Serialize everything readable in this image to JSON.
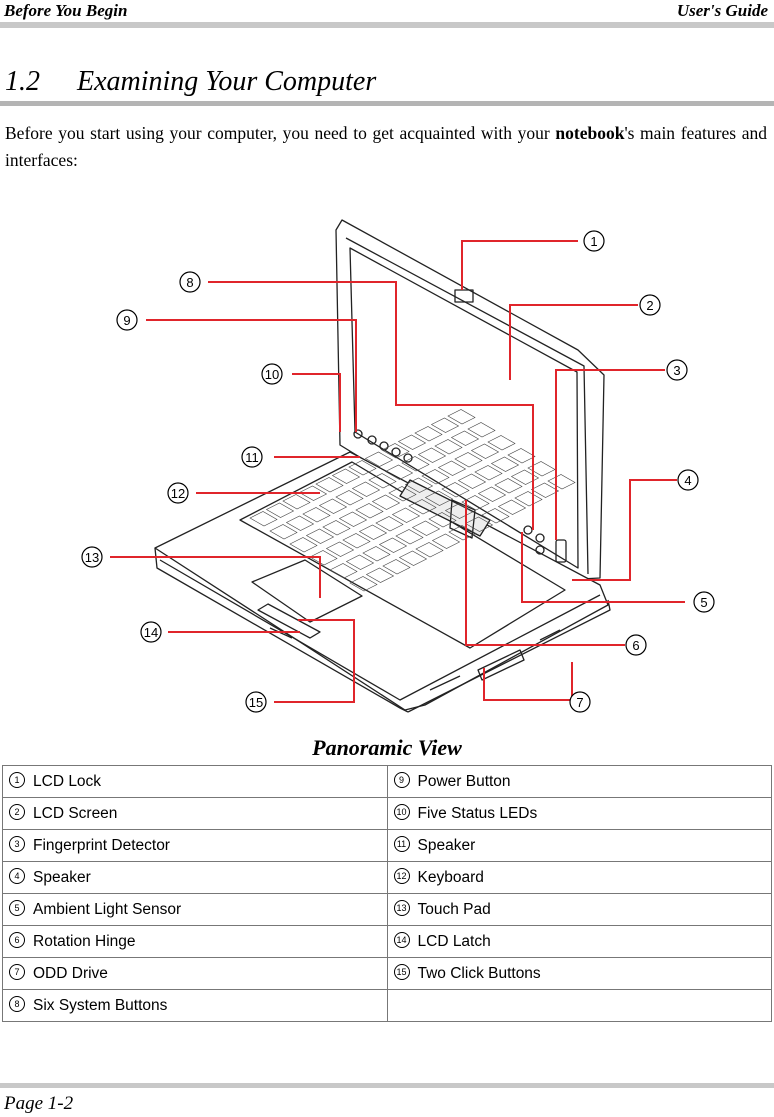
{
  "header": {
    "left": "Before You Begin",
    "right": "User's Guide"
  },
  "section": {
    "number": "1.2",
    "title": "Examining Your Computer"
  },
  "intro": {
    "before": "Before you start using your computer, you need to get acquainted with your ",
    "bold": "notebook",
    "after": "'s main features and interfaces:"
  },
  "figure": {
    "callouts": [
      "1",
      "2",
      "3",
      "4",
      "5",
      "6",
      "7",
      "8",
      "9",
      "10",
      "11",
      "12",
      "13",
      "14",
      "15"
    ]
  },
  "caption": "Panoramic View",
  "parts": [
    [
      {
        "n": "1",
        "label": "LCD Lock"
      },
      {
        "n": "9",
        "label": "Power Button"
      }
    ],
    [
      {
        "n": "2",
        "label": "LCD Screen"
      },
      {
        "n": "10",
        "label": "Five Status LEDs"
      }
    ],
    [
      {
        "n": "3",
        "label": "Fingerprint Detector"
      },
      {
        "n": "11",
        "label": "Speaker"
      }
    ],
    [
      {
        "n": "4",
        "label": "Speaker"
      },
      {
        "n": "12",
        "label": "Keyboard"
      }
    ],
    [
      {
        "n": "5",
        "label": "Ambient Light Sensor"
      },
      {
        "n": "13",
        "label": "Touch Pad"
      }
    ],
    [
      {
        "n": "6",
        "label": "Rotation Hinge"
      },
      {
        "n": "14",
        "label": "LCD Latch"
      }
    ],
    [
      {
        "n": "7",
        "label": "ODD Drive"
      },
      {
        "n": "15",
        "label": "Two Click Buttons"
      }
    ],
    [
      {
        "n": "8",
        "label": "Six System Buttons"
      },
      {
        "n": "",
        "label": ""
      }
    ]
  ],
  "footer": "Page 1-2"
}
